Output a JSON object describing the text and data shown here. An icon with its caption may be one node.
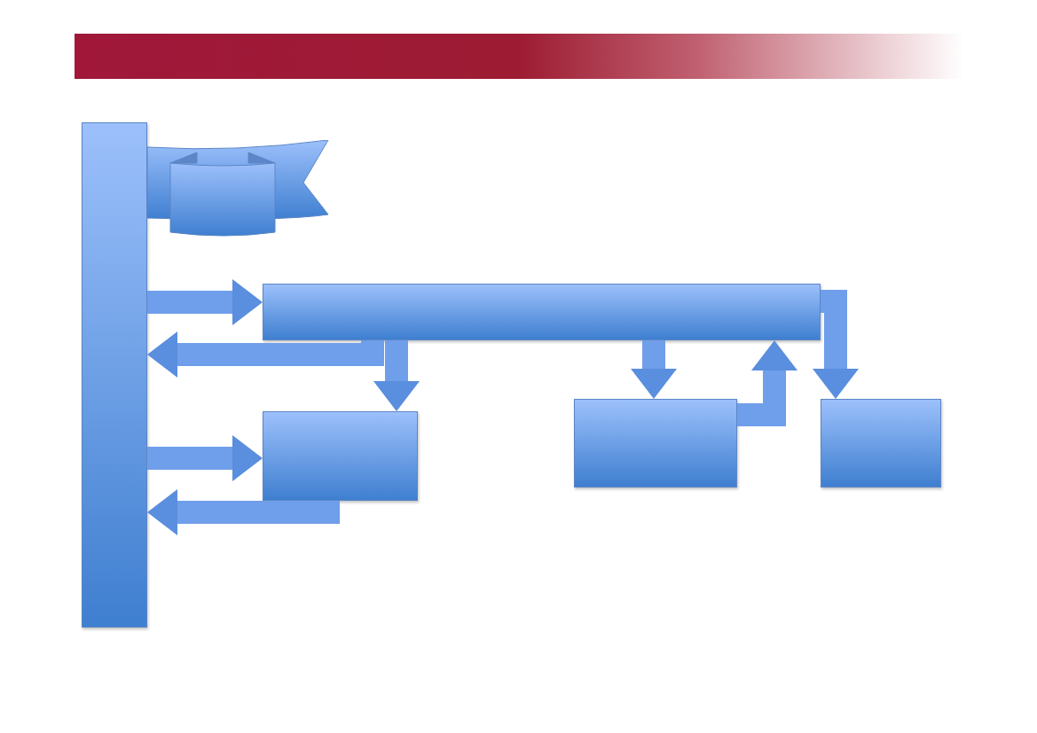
{
  "diagram": {
    "nodes": [
      {
        "text": [],
        "shape": "bar"
      },
      {
        "text": [],
        "shape": "banner"
      },
      {
        "text": [],
        "shape": "bar"
      },
      {
        "text": [],
        "shape": "box"
      },
      {
        "text": [],
        "shape": "box"
      },
      {
        "text": [],
        "shape": "box"
      }
    ],
    "edges": [
      {
        "from": 0,
        "to": 2,
        "arrow": "to"
      },
      {
        "from": 2,
        "to": 0,
        "arrow": "to"
      },
      {
        "from": 2,
        "to": 3,
        "arrow": "to"
      },
      {
        "from": 0,
        "to": 3,
        "arrow": "to"
      },
      {
        "from": 3,
        "to": 0,
        "arrow": "to"
      },
      {
        "from": 2,
        "to": 4,
        "arrow": "to"
      },
      {
        "from": 4,
        "to": 2,
        "arrow": "to"
      },
      {
        "from": 2,
        "to": 5,
        "arrow": "to"
      }
    ]
  }
}
